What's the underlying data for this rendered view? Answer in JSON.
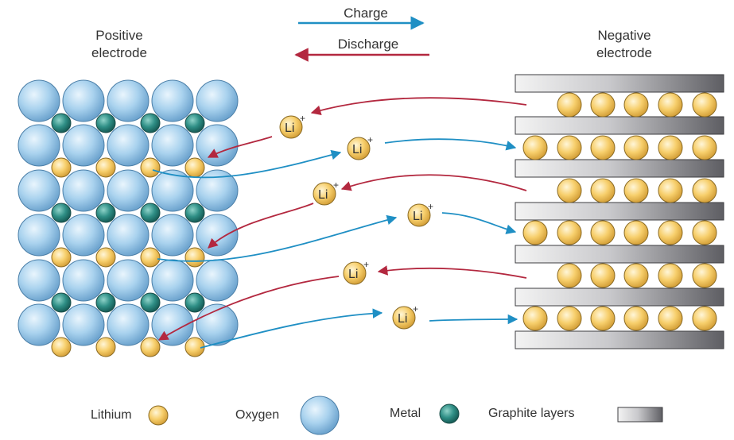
{
  "header": {
    "charge_label": "Charge",
    "discharge_label": "Discharge",
    "positive_title_line1": "Positive",
    "positive_title_line2": "electrode",
    "negative_title_line1": "Negative",
    "negative_title_line2": "electrode"
  },
  "ion": {
    "symbol": "Li",
    "charge_sign": "+"
  },
  "legend": {
    "lithium": "Lithium",
    "oxygen": "Oxygen",
    "metal": "Metal",
    "graphite": "Graphite layers"
  },
  "colors": {
    "charge_arrow": "#1f8fc4",
    "discharge_arrow": "#b3283f",
    "oxygen": "#a9d2ee",
    "metal": "#2f8f86",
    "lithium": "#f7cf6c",
    "graphite_dark": "#6b6b70",
    "graphite_light": "#efefef"
  }
}
